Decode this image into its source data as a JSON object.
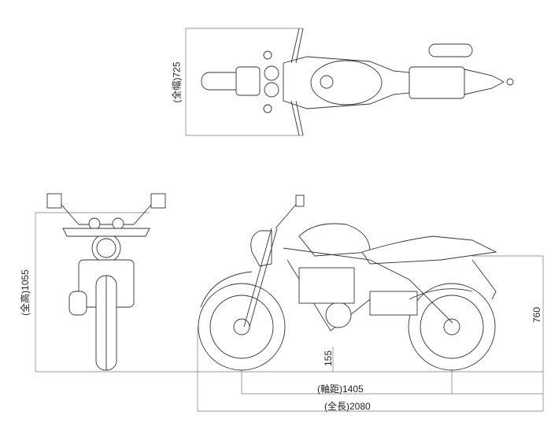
{
  "dimensions": {
    "width_label": "(全幅)725",
    "height_label": "(全高)1055",
    "ground_clearance": "155",
    "seat_height": "760",
    "wheelbase_label": "(軸距)1405",
    "length_label": "(全長)2080"
  }
}
